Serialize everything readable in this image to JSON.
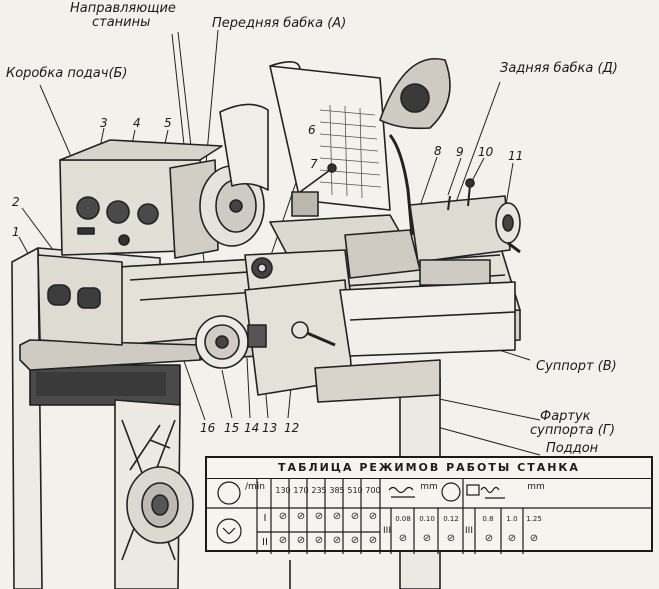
{
  "labels": {
    "guides": [
      "Направляющие",
      "станины"
    ],
    "headstock": "Передняя  бабка (А)",
    "feed_box": "Коробка  подач(Б)",
    "tailstock": "Задняя  бабка (Д)",
    "carriage": "Суппорт  (В)",
    "apron": [
      "Фартук",
      "суппорта (Г)"
    ],
    "tray": "Поддон"
  },
  "callouts": [
    "1",
    "2",
    "3",
    "4",
    "5",
    "6",
    "7",
    "8",
    "9",
    "10",
    "11",
    "12",
    "13",
    "14",
    "15",
    "16"
  ],
  "table": {
    "title": "ТАБЛИЦА  РЕЖИМОВ  РАБОТЫ  СТАНКА",
    "speed_unit": "/min",
    "speeds": [
      "130",
      "170",
      "235",
      "385",
      "510",
      "700"
    ],
    "feed_unit": "mm",
    "feeds": [
      "0.08",
      "0.10",
      "0.12"
    ],
    "thread_unit": "mm",
    "pitches": [
      "0.8",
      "1.0",
      "1.25"
    ],
    "row_I": "I",
    "row_II": "II",
    "row_III": "III"
  }
}
